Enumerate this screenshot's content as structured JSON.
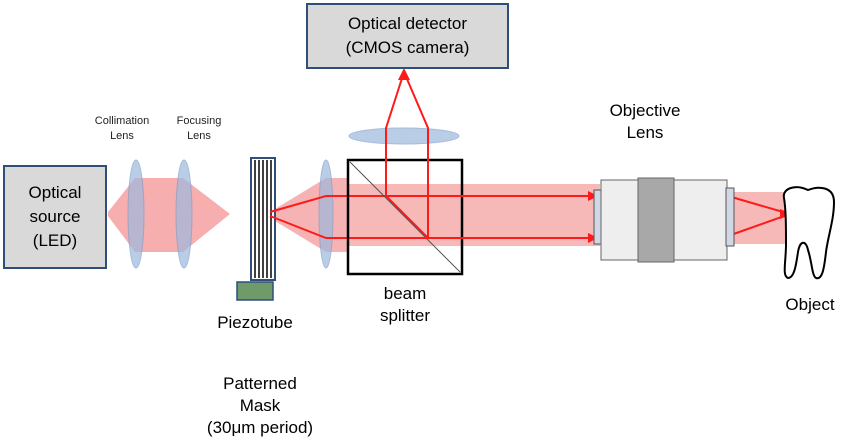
{
  "labels": {
    "source_line1": "Optical",
    "source_line2": "source",
    "source_line3": "(LED)",
    "detector_line1": "Optical detector",
    "detector_line2": "(CMOS camera)",
    "collimation_line1": "Collimation",
    "collimation_line2": "Lens",
    "focusing_line1": "Focusing",
    "focusing_line2": "Lens",
    "piezotube": "Piezotube",
    "mask_line1": "Patterned",
    "mask_line2": "Mask",
    "mask_line3": "(30μm period)",
    "splitter_line1": "beam",
    "splitter_line2": "splitter",
    "objective_line1": "Objective",
    "objective_line2": "Lens",
    "object": "Object"
  },
  "colors": {
    "beam_fill": "#f4a0a0",
    "beam_line": "#ff1a1a",
    "lens_fill": "#9db8de",
    "box_fill": "#d9d9d9",
    "box_border": "#2f4e7a",
    "piezo_fill": "#6f9a6a"
  }
}
